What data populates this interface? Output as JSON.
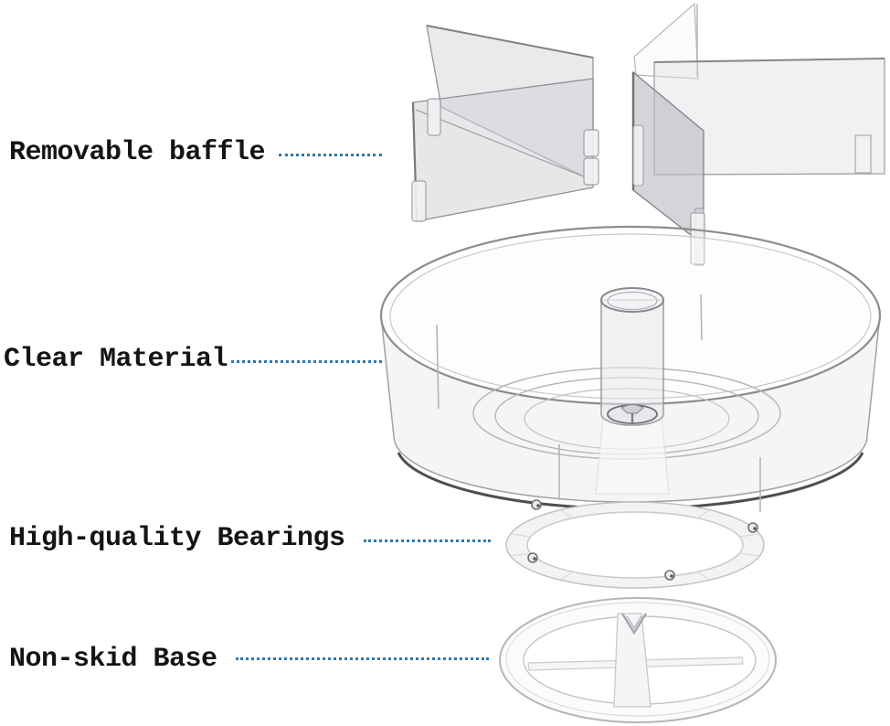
{
  "figure": {
    "background_color": "#ffffff",
    "leader_line_color": "#3276ab",
    "label_text_color": "#141414"
  },
  "callouts": [
    {
      "label": "Removable baffle"
    },
    {
      "label": "Clear Material"
    },
    {
      "label": "High-quality Bearings"
    },
    {
      "label": "Non-skid Base"
    }
  ],
  "parts": [
    {
      "name": "removable-baffle-panels"
    },
    {
      "name": "clear-container-body"
    },
    {
      "name": "bearing-ring"
    },
    {
      "name": "non-skid-base-plate"
    }
  ]
}
